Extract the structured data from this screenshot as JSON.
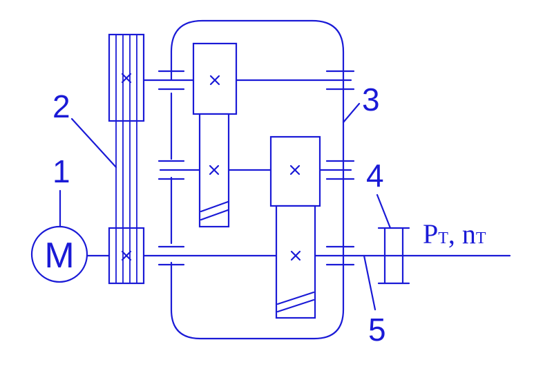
{
  "labels": {
    "motor": "M",
    "n1": "1",
    "n2": "2",
    "n3": "3",
    "n4": "4",
    "n5": "5"
  },
  "output": {
    "p": "P",
    "p_sub": "T",
    "sep": ", ",
    "n": "n",
    "n_sub": "T"
  },
  "colors": {
    "line": "#1a1ad6",
    "background": "#ffffff"
  }
}
